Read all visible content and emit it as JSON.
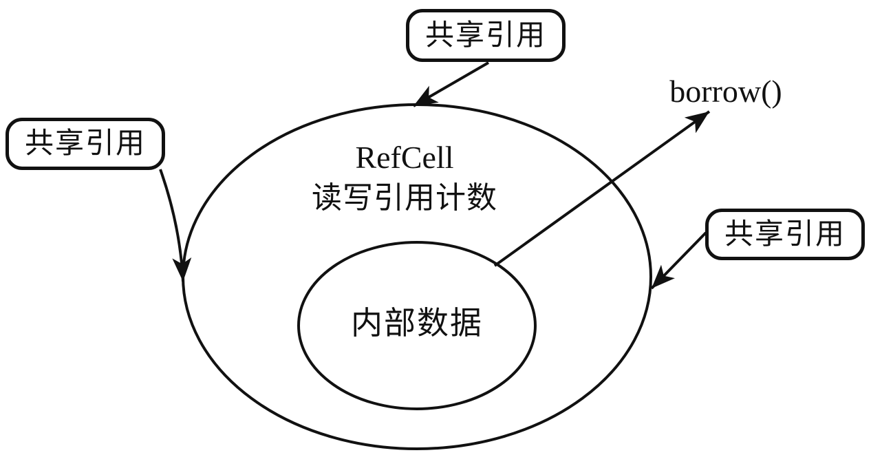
{
  "diagram": {
    "outer": {
      "title": "RefCell",
      "subtitle": "读写引用计数"
    },
    "inner": {
      "label": "内部数据"
    },
    "shared_ref_labels": {
      "top": "共享引用",
      "left": "共享引用",
      "right": "共享引用"
    },
    "borrow": "borrow()",
    "colors": {
      "line": "#111111",
      "background": "#ffffff",
      "text": "#111111"
    }
  }
}
